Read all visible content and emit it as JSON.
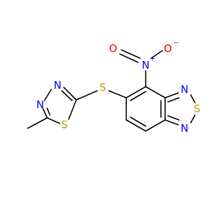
{
  "molecule": {
    "colors": {
      "bond": "#000000",
      "nitrogen": "#0000ff",
      "sulfur": "#b8a000",
      "oxygen": "#ff0000"
    },
    "atoms": {
      "n_thiadiazole_upper": "N",
      "n_thiadiazole_lower": "N",
      "s_thiadiazole": "S",
      "s_thioether": "S",
      "n_nitro": "N",
      "n_nitro_charge": "+",
      "o_nitro_left": "O",
      "o_nitro_right": "O",
      "o_nitro_right_charge": "−",
      "n_benzo_upper": "N",
      "n_benzo_lower": "N",
      "s_benzo": "S"
    }
  }
}
